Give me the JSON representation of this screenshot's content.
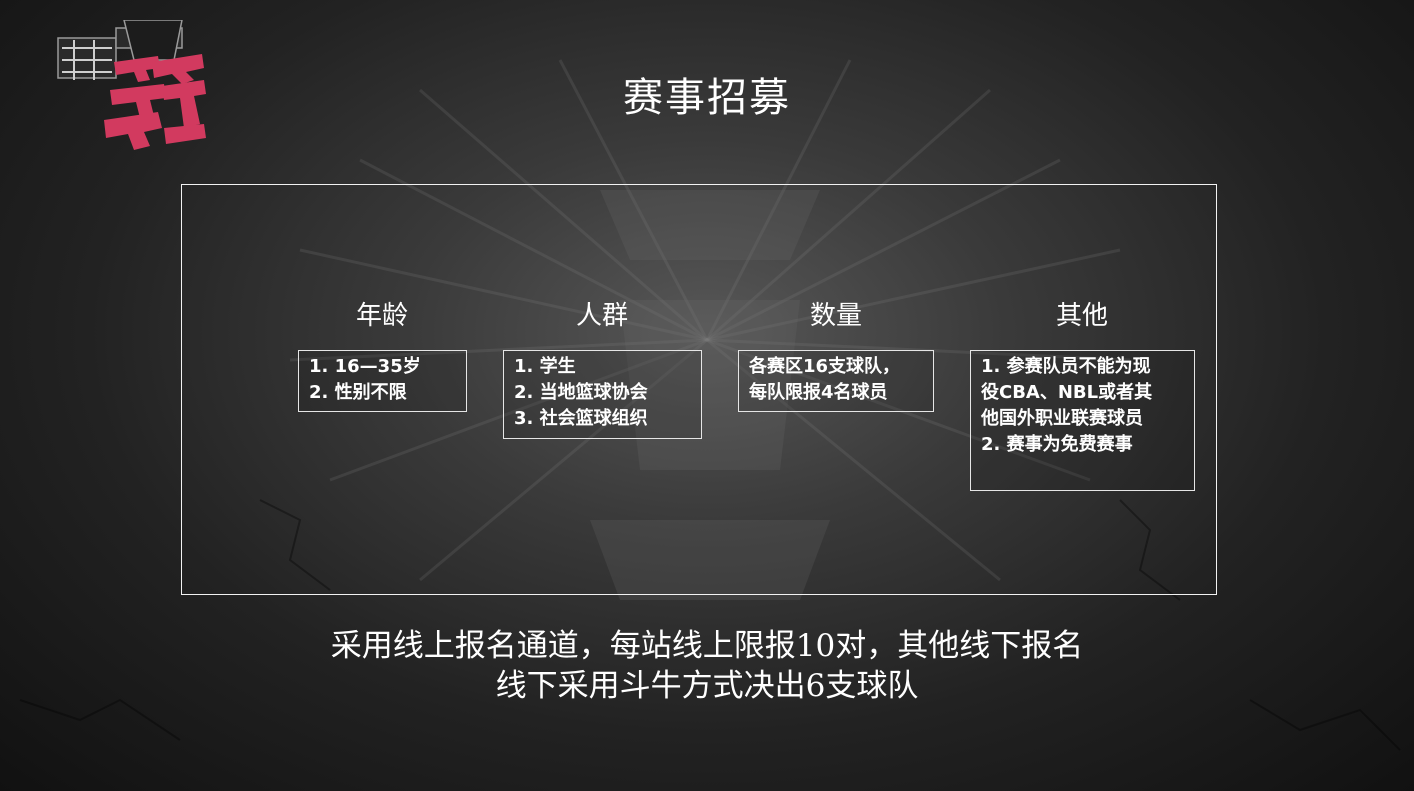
{
  "slide": {
    "title": "赛事招募",
    "columns": [
      {
        "heading": "年龄",
        "lines": [
          "1. 16—35岁",
          "2. 性别不限"
        ]
      },
      {
        "heading": "人群",
        "lines": [
          "1. 学生",
          "2. 当地篮球协会",
          "3. 社会篮球组织"
        ]
      },
      {
        "heading": "数量",
        "lines": [
          "各赛区16支球队，",
          "每队限报4名球员"
        ]
      },
      {
        "heading": "其他",
        "lines": [
          "1. 参赛队员不能为现",
          "役CBA、NBL或者其",
          "他国外职业联赛球员",
          "2. 赛事为免费赛事"
        ]
      }
    ],
    "footer": {
      "line1": "采用线上报名通道，每站线上限报10对，其他线下报名",
      "line2": "线下采用斗牛方式决出6支球队"
    },
    "colors": {
      "logo_accent": "#d23a5f",
      "text": "#ffffff"
    }
  }
}
